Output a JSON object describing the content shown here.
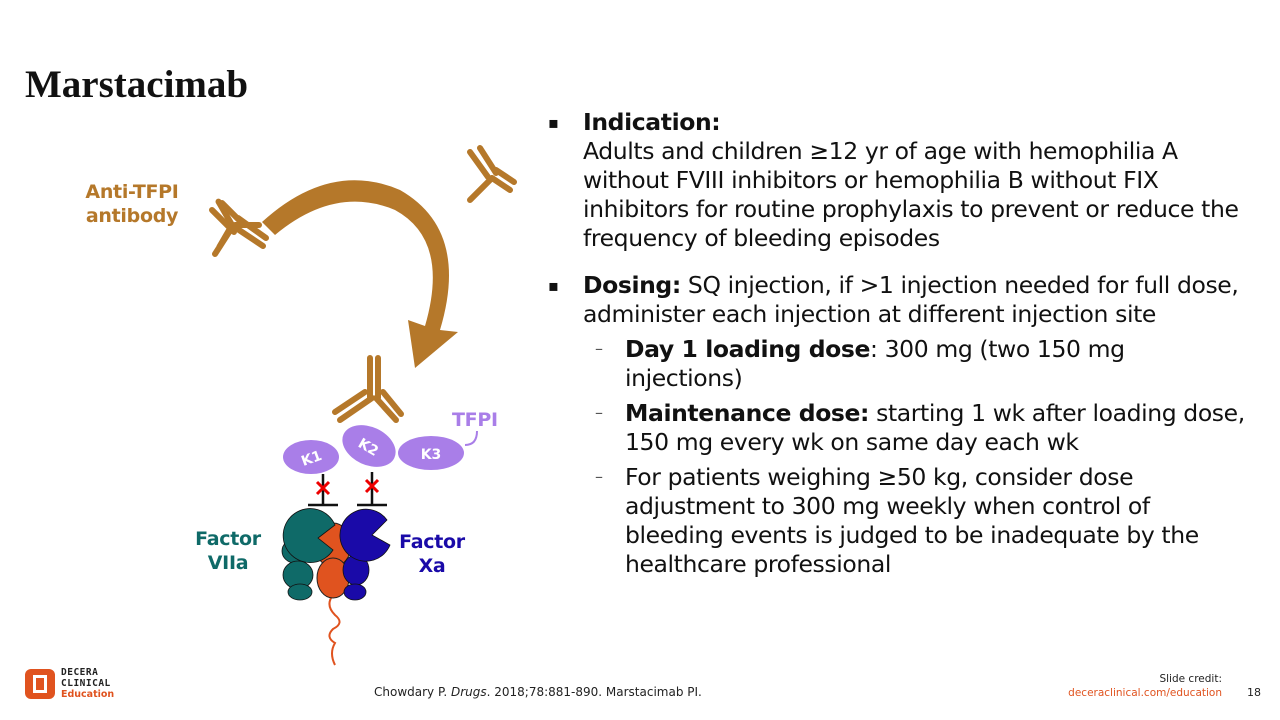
{
  "title": "Marstacimab",
  "diagram": {
    "antibody_label": "Anti-TFPI antibody",
    "tfpi_label": "TFPI",
    "domains": [
      "K1",
      "K2",
      "K3"
    ],
    "factor_viia_label": "Factor VIIa",
    "factor_xa_label": "Factor Xa",
    "colors": {
      "antibody": "#b5782a",
      "tfpi": "#a97ee8",
      "viia": "#0f6a68",
      "xa": "#1a0aa8",
      "tf": "#e0531f"
    }
  },
  "bullets": [
    {
      "heading": "Indication:",
      "text": "Adults and children ≥12 yr of age with hemophilia A without FVIII inhibitors or hemophilia B without FIX inhibitors for routine prophylaxis to prevent or reduce the frequency of bleeding episodes"
    },
    {
      "heading": "Dosing:",
      "text": " SQ injection, if >1 injection needed for full dose, administer each injection at different injection site",
      "sub": [
        {
          "heading": "Day 1 loading dose",
          "text": ": 300 mg (two 150 mg injections)"
        },
        {
          "heading": "Maintenance dose:",
          "text": " starting 1 wk after loading dose, 150 mg every wk on same day each wk"
        },
        {
          "heading": "",
          "text": "For patients weighing ≥50 kg, consider dose adjustment to 300 mg weekly when control of bleeding events is judged to be inadequate by the healthcare professional"
        }
      ]
    }
  ],
  "footer": {
    "citation_author": "Chowdary P. ",
    "citation_journal": "Drugs",
    "citation_rest": ". 2018;78:881-890. Marstacimab PI.",
    "credit_label": "Slide credit:",
    "credit_link": "deceraclinical.com/education",
    "page": "18",
    "logo_line1": "DECERA",
    "logo_line2": "CLINICAL",
    "logo_line3": "Education"
  }
}
